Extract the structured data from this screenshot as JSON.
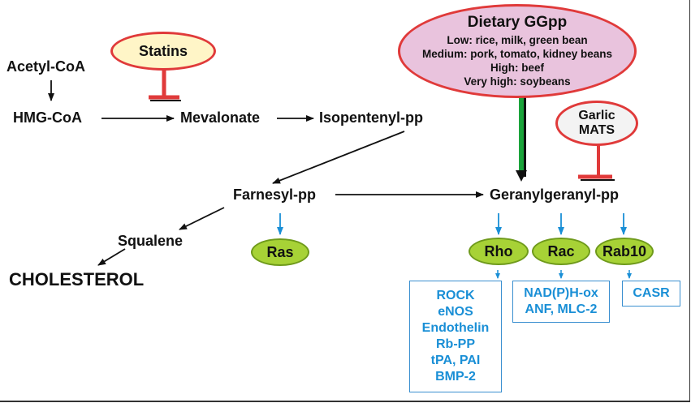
{
  "nodes": {
    "acetyl_coa": "Acetyl-CoA",
    "hmg_coa": "HMG-CoA",
    "mevalonate": "Mevalonate",
    "isopentenyl": "Isopentenyl-pp",
    "farnesyl": "Farnesyl-pp",
    "geranylgeranyl": "Geranylgeranyl-pp",
    "squalene": "Squalene",
    "cholesterol": "CHOLESTEROL"
  },
  "inhibitors": {
    "statins": "Statins",
    "garlic": [
      "Garlic",
      "MATS"
    ]
  },
  "dietary": {
    "title": "Dietary GGpp",
    "lines": [
      "Low: rice, milk, green bean",
      "Medium: pork, tomato, kidney beans",
      "High: beef",
      "Very high: soybeans"
    ]
  },
  "gtpases": {
    "ras": "Ras",
    "rho": "Rho",
    "rac": "Rac",
    "rab10": "Rab10"
  },
  "targets": {
    "rho": [
      "ROCK",
      "eNOS",
      "Endothelin",
      "Rb-PP",
      "tPA, PAI",
      "BMP-2"
    ],
    "rac": [
      "NAD(P)H-ox",
      "ANF, MLC-2"
    ],
    "rab10": [
      "CASR"
    ]
  },
  "colors": {
    "inhibitor_red": "#e03a3a",
    "arrow_black": "#111111",
    "arrow_green": "#1aa33a",
    "target_blue": "#1a8fd6",
    "gtpase_green": "#a7d236",
    "statins_fill": "#fff5c7",
    "ggpp_fill": "#e9c3dd"
  }
}
